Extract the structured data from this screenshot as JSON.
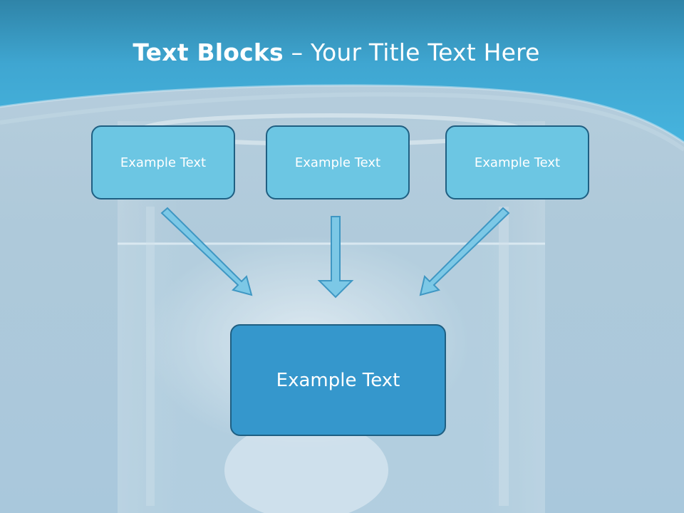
{
  "slide": {
    "title_bold": "Text Blocks",
    "title_sep": " – ",
    "title_rest": "Your Title Text Here"
  },
  "boxes": {
    "left": "Example Text",
    "center": "Example Text",
    "right": "Example Text",
    "main": "Example Text"
  },
  "colors": {
    "header": "#3aaed8",
    "box_small": "#6cc6e3",
    "box_main": "#3597cc",
    "box_border": "#1f5f82",
    "arrow_fill": "#7cc8e6",
    "arrow_stroke": "#3f97c3"
  }
}
